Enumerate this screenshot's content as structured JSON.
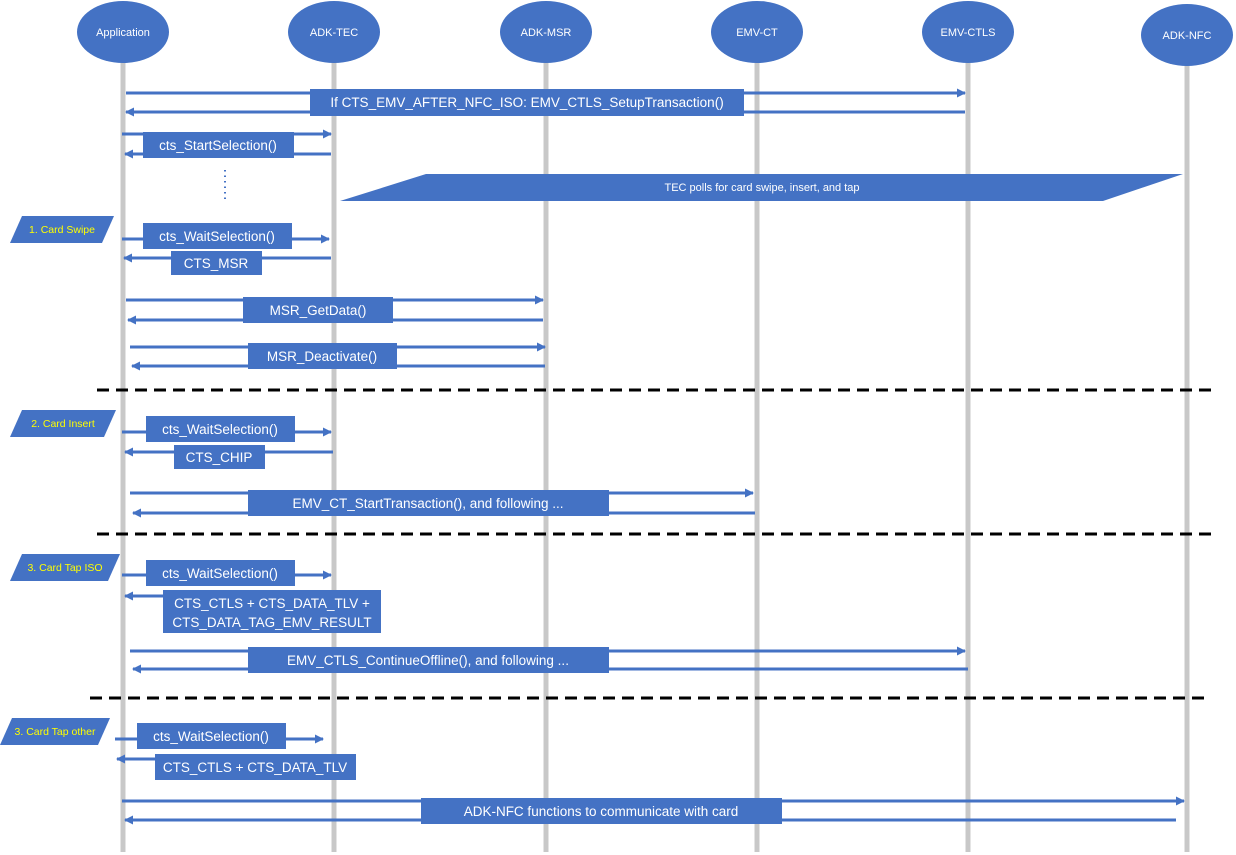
{
  "colors": {
    "accent": "#4472c4",
    "lifeline": "#c8c8c8",
    "section_text": "#ffff00",
    "label_text": "#ffffff",
    "separator": "#000000"
  },
  "actors": [
    {
      "id": "app",
      "label": "Application"
    },
    {
      "id": "tec",
      "label": "ADK-TEC"
    },
    {
      "id": "msr",
      "label": "ADK-MSR"
    },
    {
      "id": "ct",
      "label": "EMV-CT"
    },
    {
      "id": "ctls",
      "label": "EMV-CTLS"
    },
    {
      "id": "nfc",
      "label": "ADK-NFC"
    }
  ],
  "messages": [
    {
      "id": "m1",
      "label": "If CTS_EMV_AFTER_NFC_ISO: EMV_CTLS_SetupTransaction()"
    },
    {
      "id": "m2",
      "label": "cts_StartSelection()"
    },
    {
      "id": "m3",
      "label": "cts_WaitSelection()"
    },
    {
      "id": "m4",
      "label": "CTS_MSR"
    },
    {
      "id": "m5",
      "label": "MSR_GetData()"
    },
    {
      "id": "m6",
      "label": "MSR_Deactivate()"
    },
    {
      "id": "m7",
      "label": "cts_WaitSelection()"
    },
    {
      "id": "m8",
      "label": "CTS_CHIP"
    },
    {
      "id": "m9",
      "label": "EMV_CT_StartTransaction(), and following ..."
    },
    {
      "id": "m10",
      "label": "cts_WaitSelection()"
    },
    {
      "id": "m11",
      "lines": [
        "CTS_CTLS + CTS_DATA_TLV +",
        "CTS_DATA_TAG_EMV_RESULT"
      ]
    },
    {
      "id": "m12",
      "label": "EMV_CTLS_ContinueOffline(), and following ..."
    },
    {
      "id": "m13",
      "label": "cts_WaitSelection()"
    },
    {
      "id": "m14",
      "label": "CTS_CTLS + CTS_DATA_TLV"
    },
    {
      "id": "m15",
      "label": "ADK-NFC functions to communicate with card"
    }
  ],
  "note": {
    "label": "TEC polls for card swipe, insert, and tap"
  },
  "sections": [
    {
      "id": "s1",
      "label": "1. Card Swipe"
    },
    {
      "id": "s2",
      "label": "2. Card Insert"
    },
    {
      "id": "s3",
      "label": "3. Card Tap ISO"
    },
    {
      "id": "s4",
      "label": "3. Card Tap other"
    }
  ]
}
